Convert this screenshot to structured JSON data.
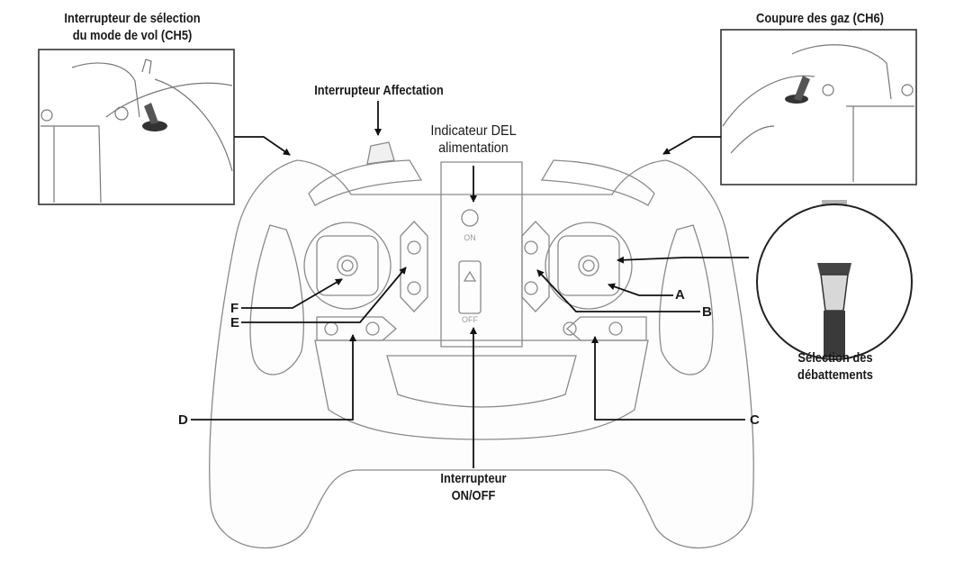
{
  "labels": {
    "flight_mode_switch": {
      "line1": "Interrupteur de sélection",
      "line2": "du mode de vol (CH5)"
    },
    "throttle_cut": "Coupure des gaz (CH6)",
    "assign_switch": "Interrupteur Affectation",
    "power_led": {
      "line1": "Indicateur DEL",
      "line2": "alimentation"
    },
    "power_switch": {
      "line1": "Interrupteur",
      "line2": "ON/OFF"
    },
    "rate_select": {
      "line1": "Sélection des",
      "line2": "débattements"
    },
    "slider_on": "ON",
    "slider_off": "OFF"
  },
  "callouts": [
    "A",
    "B",
    "C",
    "D",
    "E",
    "F"
  ]
}
